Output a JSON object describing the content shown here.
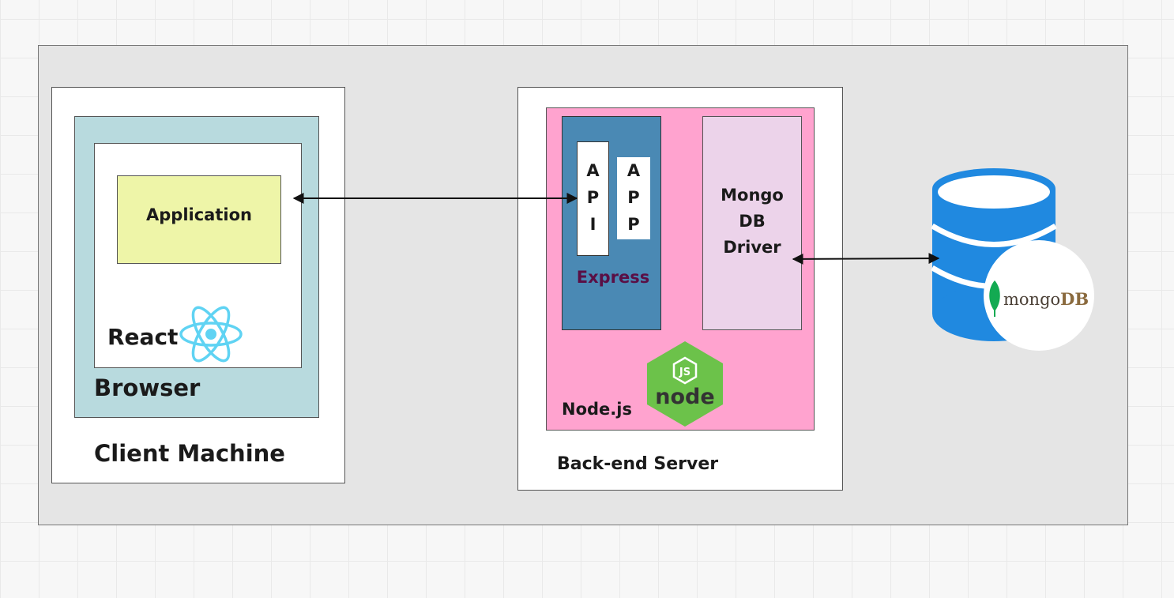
{
  "labels": {
    "application": "Application",
    "react": "React",
    "browser": "Browser",
    "client_machine": "Client Machine",
    "api_letters": [
      "A",
      "P",
      "I"
    ],
    "app_letters": [
      "A",
      "P",
      "P"
    ],
    "express": "Express",
    "mongo_driver_lines": [
      "Mongo",
      "DB",
      "Driver"
    ],
    "nodejs": "Node.js",
    "backend_server": "Back-end Server",
    "mongodb_logo_prefix": "mongo",
    "mongodb_logo_suffix": "DB",
    "node_logo_badge": "JS",
    "node_logo_word": "node"
  },
  "colors": {
    "canvas": "#e5e5e5",
    "browser": "#b8dade",
    "application": "#eef5a8",
    "nodejs": "#ffa3cf",
    "express": "#4a89b4",
    "express_text": "#5a0f45",
    "mongo_driver": "#ecd3ea",
    "database": "#2089e0",
    "react_logo": "#5fd3f3",
    "node_logo": "#6cc24a",
    "mongodb_leaf": "#13aa52",
    "mongodb_text": "#8a6a3e"
  },
  "icons": [
    "react-logo-icon",
    "nodejs-logo-icon",
    "database-icon",
    "mongodb-leaf-icon"
  ],
  "connections": [
    {
      "from": "application",
      "to": "api",
      "direction": "bidirectional"
    },
    {
      "from": "mongo-db-driver",
      "to": "database",
      "direction": "bidirectional"
    }
  ]
}
